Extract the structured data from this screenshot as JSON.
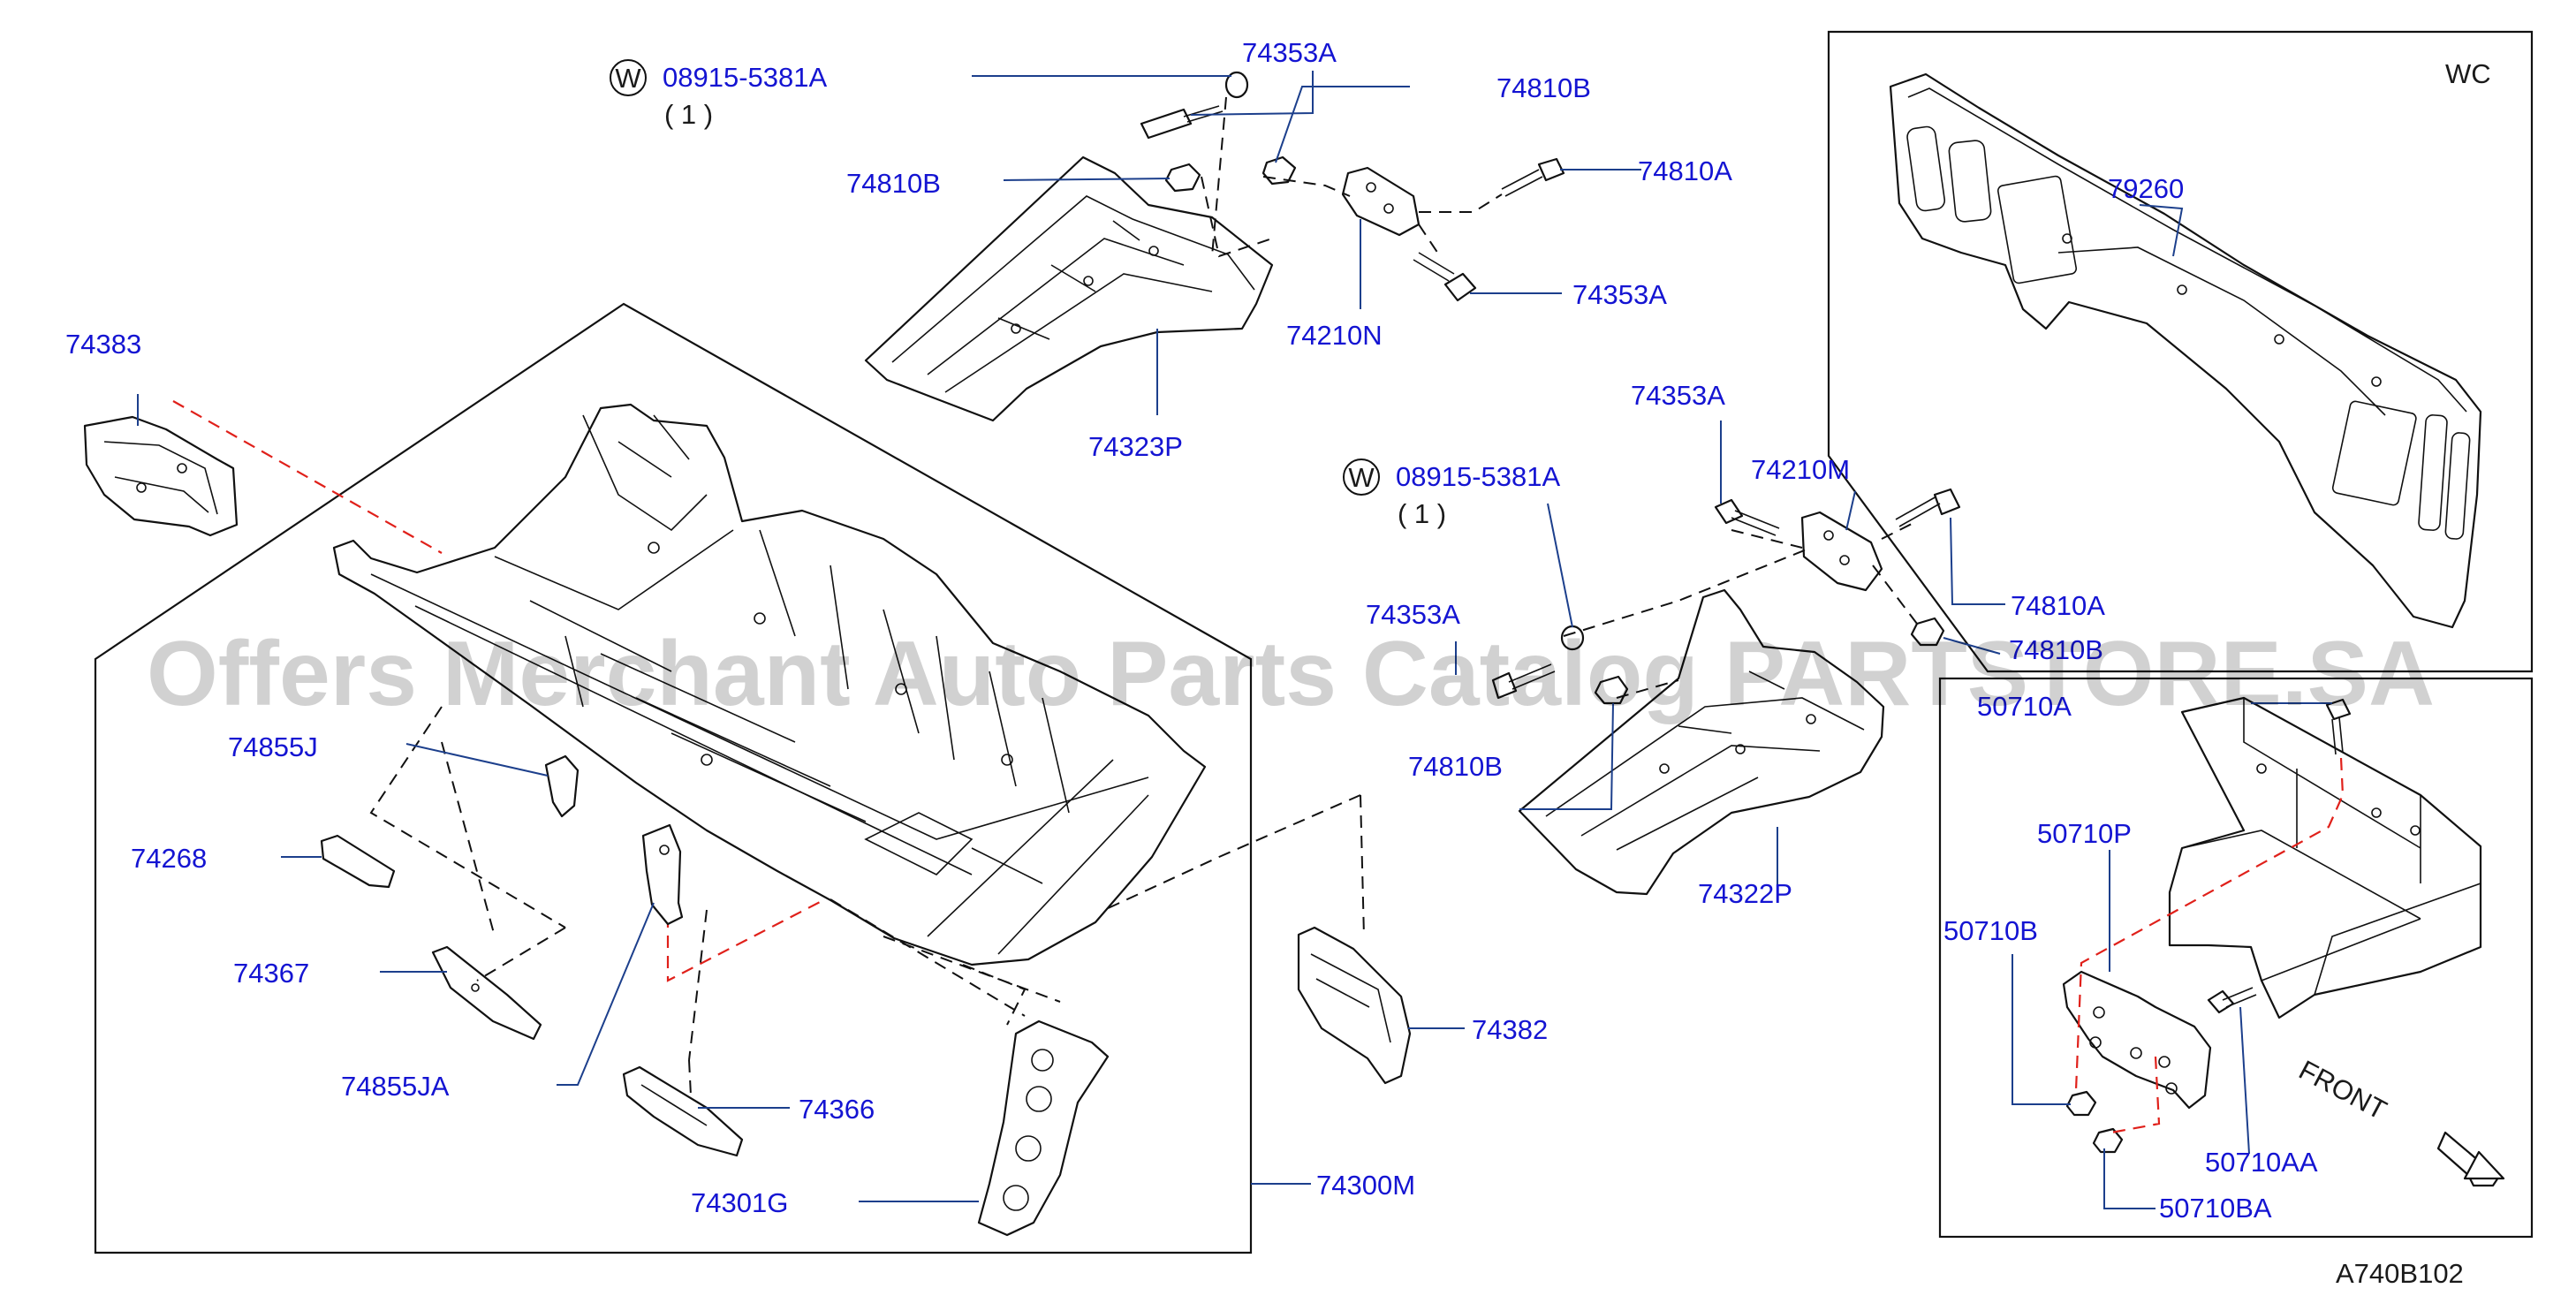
{
  "diagram_code": "A740B102",
  "inset_variant": "WC",
  "watermark": "Offers Merchant Auto Parts Catalog PARTSTORE.SA",
  "labels": {
    "washer_top": "08915-5381A",
    "washer_top_qty": "( 1 )",
    "washer_mid": "08915-5381A",
    "washer_mid_qty": "( 1 )",
    "w_symbol": "W",
    "p74353A_a": "74353A",
    "p74810B_a": "74810B",
    "p74810B_b": "74810B",
    "p74810A_a": "74810A",
    "p74353A_b": "74353A",
    "p74210N": "74210N",
    "p74323P": "74323P",
    "p74383": "74383",
    "p74353A_c": "74353A",
    "p74210M": "74210M",
    "p74810A_b": "74810A",
    "p74810B_c": "74810B",
    "p74353A_d": "74353A",
    "p74810B_d": "74810B",
    "p74322P": "74322P",
    "p74855J": "74855J",
    "p74268": "74268",
    "p74367": "74367",
    "p74855JA": "74855JA",
    "p74366": "74366",
    "p74301G": "74301G",
    "p74300M": "74300M",
    "p74382": "74382",
    "p79260": "79260",
    "p50710A": "50710A",
    "p50710P": "50710P",
    "p50710B": "50710B",
    "p50710AA": "50710AA",
    "p50710BA": "50710BA",
    "front": "FRONT"
  },
  "colors": {
    "label": "#1414d2",
    "leader": "#1c3f8c",
    "line": "#111111",
    "red_dash": "#e0201a"
  }
}
